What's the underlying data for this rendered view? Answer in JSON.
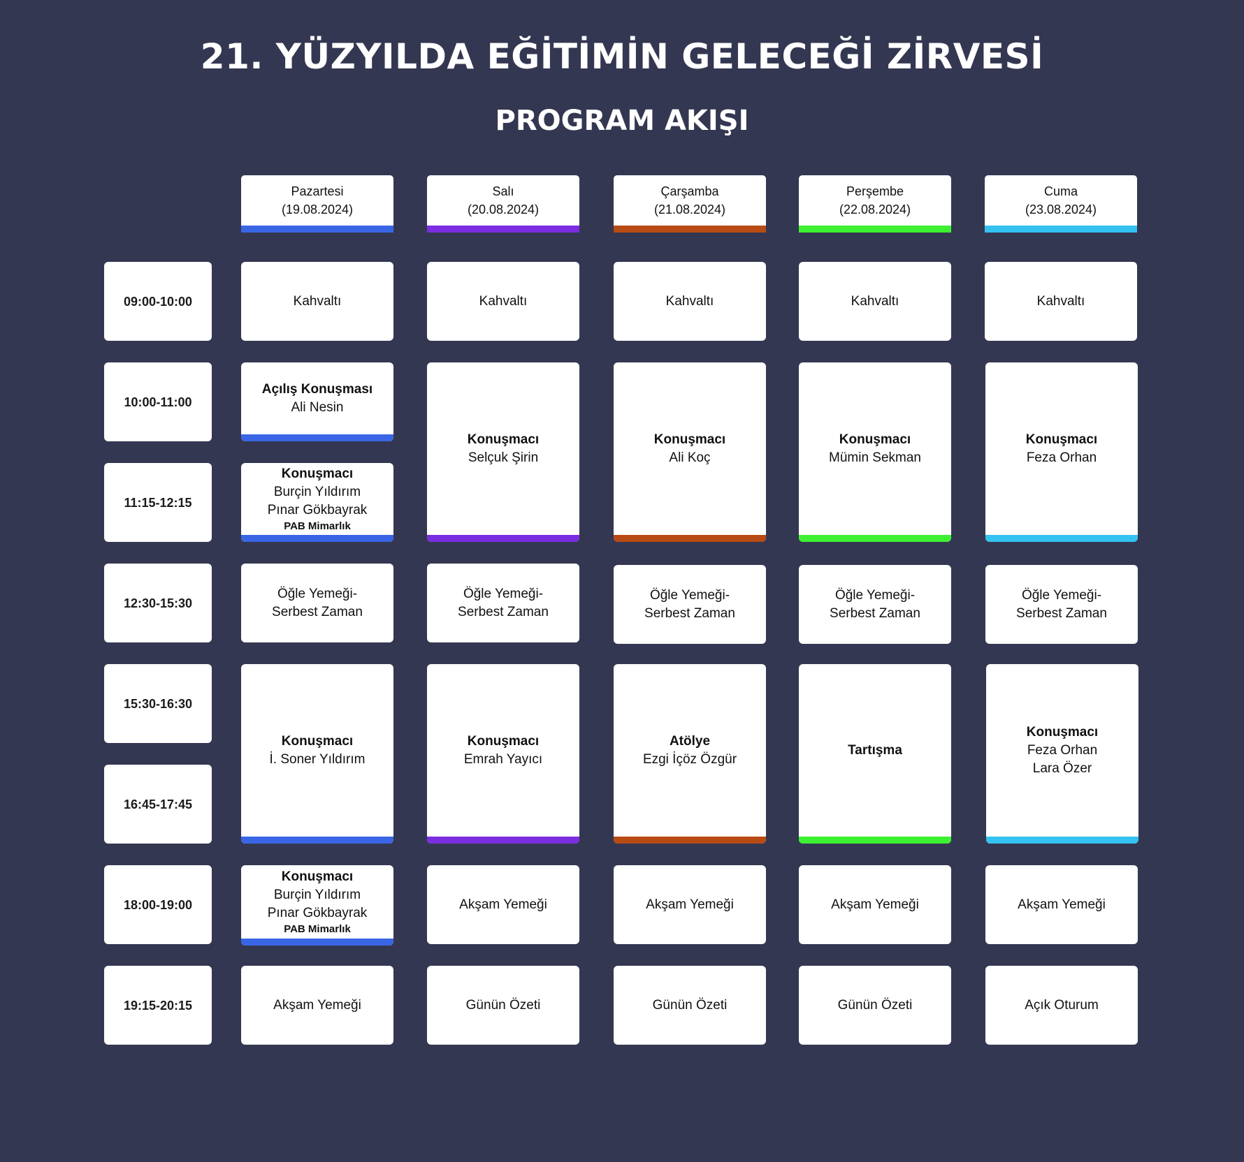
{
  "title": "21. YÜZYILDA EĞİTİMİN GELECEĞİ ZİRVESİ",
  "subtitle": "PROGRAM AKIŞI",
  "colors": {
    "background": "#343751",
    "monday": "#3a66e6",
    "tuesday": "#7b2de0",
    "wednesday": "#b84b14",
    "thursday": "#3ef032",
    "friday": "#34c2f0"
  },
  "days": [
    {
      "name": "Pazartesi",
      "date": "(19.08.2024)"
    },
    {
      "name": "Salı",
      "date": "(20.08.2024)"
    },
    {
      "name": "Çarşamba",
      "date": "(21.08.2024)"
    },
    {
      "name": "Perşembe",
      "date": "(22.08.2024)"
    },
    {
      "name": "Cuma",
      "date": "(23.08.2024)"
    }
  ],
  "times": [
    "09:00-10:00",
    "10:00-11:00",
    "11:15-12:15",
    "12:30-15:30",
    "15:30-16:30",
    "16:45-17:45",
    "18:00-19:00",
    "19:15-20:15"
  ],
  "labels": {
    "kahvalti": "Kahvaltı",
    "konusmaci": "Konuşmacı",
    "acilis": "Açılış Konuşması",
    "ogle_1": "Öğle Yemeği-",
    "ogle_2": "Serbest Zaman",
    "aksam": "Akşam Yemeği",
    "gunun_ozeti": "Günün Özeti",
    "acik_oturum": "Açık Oturum",
    "atolye": "Atölye",
    "tartisma": "Tartışma",
    "pab": "PAB Mimarlık"
  },
  "speakers": {
    "ali_nesin": "Ali Nesin",
    "burcin": "Burçin Yıldırım",
    "pinar": "Pınar Gökbayrak",
    "selcuk": "Selçuk Şirin",
    "ali_koc": "Ali Koç",
    "mumin": "Mümin Sekman",
    "feza": "Feza Orhan",
    "soner": "İ. Soner Yıldırım",
    "emrah": "Emrah Yayıcı",
    "ezgi": "Ezgi İçöz Özgür",
    "lara": "Lara Özer"
  }
}
